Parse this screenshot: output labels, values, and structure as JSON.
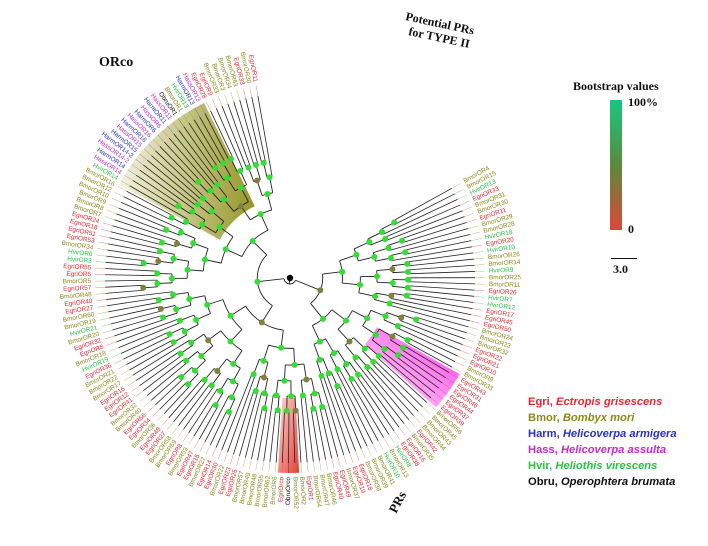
{
  "colors": {
    "Egri": "#e8262e",
    "Bmor": "#8a8a18",
    "Harm": "#2a30c8",
    "Hass": "#c42ac8",
    "Hvir": "#26c440",
    "Obru": "#111111",
    "node_high": "#33dd33",
    "node_mid": "#808040",
    "node_low": "#e03030",
    "orco_fill": "#e53a2e",
    "prs_fill": "#ff30e8",
    "lepidoptera_fill": "#8a8a10"
  },
  "clades": {
    "orco": "ORco",
    "prs_type2": [
      "Potential PRs",
      "for TYPE II"
    ],
    "prs": "PRs"
  },
  "bootstrap_legend": {
    "title": "Bootstrap values",
    "max": "100%",
    "min": "0"
  },
  "scale_bar": "3.0",
  "species_legend": [
    {
      "code": "Egri",
      "name": "Ectropis grisescens",
      "color": "#e8262e"
    },
    {
      "code": "Bmor",
      "name": "Bombyx mori",
      "color": "#8a8a18"
    },
    {
      "code": "Harm",
      "name": "Helicoverpa armigera",
      "color": "#2a30c8"
    },
    {
      "code": "Hass",
      "name": "Helicoverpa assulta",
      "color": "#c42ac8"
    },
    {
      "code": "Hvir",
      "name": "Heliothis virescens",
      "color": "#26c440"
    },
    {
      "code": "Obru",
      "name": "Operophtera brumata",
      "color": "#111111"
    }
  ],
  "tree": {
    "leaves": [
      {
        "label": "BmorOR4",
        "sp": "Bmor"
      },
      {
        "label": "BmorOR15",
        "sp": "Bmor"
      },
      {
        "label": "HvirOR13",
        "sp": "Hvir"
      },
      {
        "label": "EgriOR33",
        "sp": "Egri"
      },
      {
        "label": "BmorOR31",
        "sp": "Bmor"
      },
      {
        "label": "BmorOR30",
        "sp": "Bmor"
      },
      {
        "label": "EgriOR11",
        "sp": "Egri"
      },
      {
        "label": "BmorOR29",
        "sp": "Bmor"
      },
      {
        "label": "BmorOR28",
        "sp": "Bmor"
      },
      {
        "label": "HvirOR18",
        "sp": "Hvir"
      },
      {
        "label": "EgriOR20",
        "sp": "Egri"
      },
      {
        "label": "HvirOR10",
        "sp": "Hvir"
      },
      {
        "label": "BmorOR26",
        "sp": "Bmor"
      },
      {
        "label": "BmorOR14",
        "sp": "Bmor"
      },
      {
        "label": "HvirOR9",
        "sp": "Hvir"
      },
      {
        "label": "BmorOR25",
        "sp": "Bmor"
      },
      {
        "label": "BmorOR11",
        "sp": "Bmor"
      },
      {
        "label": "EgriOR26",
        "sp": "Egri"
      },
      {
        "label": "HvirOR7",
        "sp": "Hvir"
      },
      {
        "label": "HvirOR12",
        "sp": "Hvir"
      },
      {
        "label": "EgriOR17",
        "sp": "Egri"
      },
      {
        "label": "EgriOR45",
        "sp": "Egri"
      },
      {
        "label": "EgriOR50",
        "sp": "Egri"
      },
      {
        "label": "BmorOR24",
        "sp": "Bmor"
      },
      {
        "label": "BmorOR23",
        "sp": "Bmor"
      },
      {
        "label": "BmorOR32",
        "sp": "Bmor"
      },
      {
        "label": "EgriOR22",
        "sp": "Egri"
      },
      {
        "label": "EgriOR21",
        "sp": "Egri"
      },
      {
        "label": "EgriOR10",
        "sp": "Egri"
      },
      {
        "label": "BmorOR9",
        "sp": "Bmor"
      },
      {
        "label": "BmorOR33",
        "sp": "Bmor"
      },
      {
        "label": "EgriOR43",
        "sp": "Egri"
      },
      {
        "label": "EgriOR31",
        "sp": "Egri"
      },
      {
        "label": "EgriOR46",
        "sp": "Egri"
      },
      {
        "label": "EgriOR44",
        "sp": "Egri"
      },
      {
        "label": "EgriOR37",
        "sp": "Egri"
      },
      {
        "label": "EgriOR39",
        "sp": "Egri"
      },
      {
        "label": "BmorOR56",
        "sp": "Bmor"
      },
      {
        "label": "BmorOR45",
        "sp": "Bmor"
      },
      {
        "label": "BmorOR43",
        "sp": "Bmor"
      },
      {
        "label": "BmorOR44",
        "sp": "Bmor"
      },
      {
        "label": "EgriOR42",
        "sp": "Egri"
      },
      {
        "label": "BmorOR35",
        "sp": "Bmor"
      },
      {
        "label": "EgriOR16",
        "sp": "Egri"
      },
      {
        "label": "EgriOR38",
        "sp": "Egri"
      },
      {
        "label": "HvirOR8",
        "sp": "Hvir"
      },
      {
        "label": "BmorOR13",
        "sp": "Bmor"
      },
      {
        "label": "HvirOR10",
        "sp": "Hvir"
      },
      {
        "label": "BmorOR41",
        "sp": "Bmor"
      },
      {
        "label": "BmorOR39",
        "sp": "Bmor"
      },
      {
        "label": "BmorOR38",
        "sp": "Bmor"
      },
      {
        "label": "EgriOR18",
        "sp": "Egri"
      },
      {
        "label": "EgriOR19",
        "sp": "Egri"
      },
      {
        "label": "BmorOR37",
        "sp": "Bmor"
      },
      {
        "label": "EgriOR49",
        "sp": "Egri"
      },
      {
        "label": "EgriOR40",
        "sp": "Egri"
      },
      {
        "label": "BmorOR46",
        "sp": "Bmor"
      },
      {
        "label": "BmorOR47",
        "sp": "Bmor"
      },
      {
        "label": "BmorOR54",
        "sp": "Bmor"
      },
      {
        "label": "EgriOR1",
        "sp": "Egri"
      },
      {
        "label": "BmorOR2",
        "sp": "Bmor"
      },
      {
        "label": "BmorOR52",
        "sp": "Bmor"
      },
      {
        "label": "ObruOrco",
        "sp": "Obru"
      },
      {
        "label": "EgriOrco",
        "sp": "Egri"
      },
      {
        "label": "BmorOR6",
        "sp": "Bmor"
      },
      {
        "label": "BmorOR62",
        "sp": "Bmor"
      },
      {
        "label": "BmorOR55",
        "sp": "Bmor"
      },
      {
        "label": "BmorOR48",
        "sp": "Bmor"
      },
      {
        "label": "BmorOR49",
        "sp": "Bmor"
      },
      {
        "label": "BmorOR57",
        "sp": "Bmor"
      },
      {
        "label": "EgriOR25",
        "sp": "Egri"
      },
      {
        "label": "EgriOR23",
        "sp": "Egri"
      },
      {
        "label": "BmorOR22",
        "sp": "Bmor"
      },
      {
        "label": "EgriOR30",
        "sp": "Egri"
      },
      {
        "label": "EgriOR14",
        "sp": "Egri"
      },
      {
        "label": "BmorOR27",
        "sp": "Bmor"
      },
      {
        "label": "EgriOR15",
        "sp": "Egri"
      },
      {
        "label": "EgriOR47",
        "sp": "Egri"
      },
      {
        "label": "BmorOR53",
        "sp": "Bmor"
      },
      {
        "label": "EgriOR8",
        "sp": "Egri"
      },
      {
        "label": "BmorOR59",
        "sp": "Bmor"
      },
      {
        "label": "BmorOR58",
        "sp": "Bmor"
      },
      {
        "label": "EgriOR27",
        "sp": "Egri"
      },
      {
        "label": "EgriOR48",
        "sp": "Egri"
      },
      {
        "label": "BmorOR36",
        "sp": "Bmor"
      },
      {
        "label": "EgriOR34",
        "sp": "Egri"
      },
      {
        "label": "EgriOR56",
        "sp": "Egri"
      },
      {
        "label": "BmorOR40",
        "sp": "Bmor"
      },
      {
        "label": "BmorOR32",
        "sp": "Bmor"
      },
      {
        "label": "EgriOR41",
        "sp": "Egri"
      },
      {
        "label": "EgriOR12",
        "sp": "Egri"
      },
      {
        "label": "EgriOR16",
        "sp": "Egri"
      },
      {
        "label": "BmorOR17",
        "sp": "Bmor"
      },
      {
        "label": "BmorOR22",
        "sp": "Bmor"
      },
      {
        "label": "BmorOR21",
        "sp": "Bmor"
      },
      {
        "label": "EgriOR36",
        "sp": "Egri"
      },
      {
        "label": "HvirOR19",
        "sp": "Hvir"
      },
      {
        "label": "BmorOR18",
        "sp": "Bmor"
      },
      {
        "label": "EgriOR8",
        "sp": "Egri"
      },
      {
        "label": "EgriOR32",
        "sp": "Egri"
      },
      {
        "label": "BmorOR20",
        "sp": "Bmor"
      },
      {
        "label": "HvirOR21",
        "sp": "Hvir"
      },
      {
        "label": "BmorOR19",
        "sp": "Bmor"
      },
      {
        "label": "BmorOR60",
        "sp": "Bmor"
      },
      {
        "label": "EgriOR27",
        "sp": "Egri"
      },
      {
        "label": "EgriOR40",
        "sp": "Egri"
      },
      {
        "label": "BmorOR48",
        "sp": "Bmor"
      },
      {
        "label": "EgriOR57",
        "sp": "Egri"
      },
      {
        "label": "BmorOR5",
        "sp": "Bmor"
      },
      {
        "label": "EgriOR6",
        "sp": "Egri"
      },
      {
        "label": "EgriOR55",
        "sp": "Egri"
      },
      {
        "label": "HvirOR3",
        "sp": "Hvir"
      },
      {
        "label": "HvirOR6",
        "sp": "Hvir"
      },
      {
        "label": "BmorOR34",
        "sp": "Bmor"
      },
      {
        "label": "EgriOR53",
        "sp": "Egri"
      },
      {
        "label": "EgriOR51",
        "sp": "Egri"
      },
      {
        "label": "EgriOR18",
        "sp": "Egri"
      },
      {
        "label": "EgriOR24",
        "sp": "Egri"
      },
      {
        "label": "BmorOR7",
        "sp": "Bmor"
      },
      {
        "label": "BmorOR8",
        "sp": "Bmor"
      },
      {
        "label": "BmorOR9",
        "sp": "Bmor"
      },
      {
        "label": "BmorOR10",
        "sp": "Bmor"
      },
      {
        "label": "BmorOR12",
        "sp": "Bmor"
      },
      {
        "label": "BmorOR16",
        "sp": "Bmor"
      },
      {
        "label": "HvirOR14",
        "sp": "Hvir"
      },
      {
        "label": "HassOR14",
        "sp": "Hass"
      },
      {
        "label": "HarmOR14",
        "sp": "Harm"
      },
      {
        "label": "HassOR14-2",
        "sp": "Hass"
      },
      {
        "label": "HarmOR14-2",
        "sp": "Harm"
      },
      {
        "label": "HarmOR15",
        "sp": "Harm"
      },
      {
        "label": "HassOR15",
        "sp": "Hass"
      },
      {
        "label": "HarmOR16",
        "sp": "Harm"
      },
      {
        "label": "HassOR16",
        "sp": "Hass"
      },
      {
        "label": "HarmOR6",
        "sp": "Harm"
      },
      {
        "label": "HassOR6",
        "sp": "Hass"
      },
      {
        "label": "HarmOR11",
        "sp": "Harm"
      },
      {
        "label": "HassOR11",
        "sp": "Hass"
      },
      {
        "label": "ObruOR1",
        "sp": "Obru"
      },
      {
        "label": "BmorOR1",
        "sp": "Bmor"
      },
      {
        "label": "HvirOR13",
        "sp": "Hvir"
      },
      {
        "label": "HarmOR13",
        "sp": "Harm"
      },
      {
        "label": "HassOR13",
        "sp": "Hass"
      },
      {
        "label": "EgriOR28",
        "sp": "Egri"
      },
      {
        "label": "EgriOR9",
        "sp": "Egri"
      },
      {
        "label": "BmorOR33",
        "sp": "Bmor"
      },
      {
        "label": "BmorOR3",
        "sp": "Bmor"
      },
      {
        "label": "BmorOR34",
        "sp": "Bmor"
      },
      {
        "label": "BmorOR63",
        "sp": "Bmor"
      },
      {
        "label": "EgriOR33",
        "sp": "Egri"
      },
      {
        "label": "BmorOR30",
        "sp": "Bmor"
      },
      {
        "label": "EgriOR11",
        "sp": "Egri"
      }
    ]
  }
}
